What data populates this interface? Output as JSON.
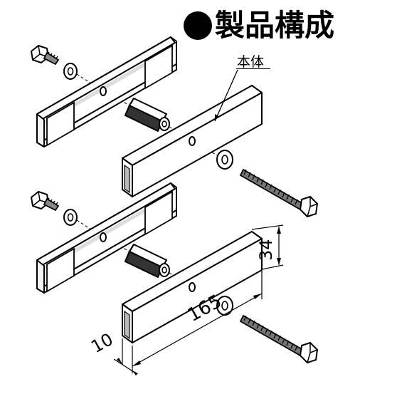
{
  "title": "製品構成",
  "part_label": "本体",
  "dimensions": {
    "length": "165",
    "height": "34",
    "depth": "10"
  }
}
